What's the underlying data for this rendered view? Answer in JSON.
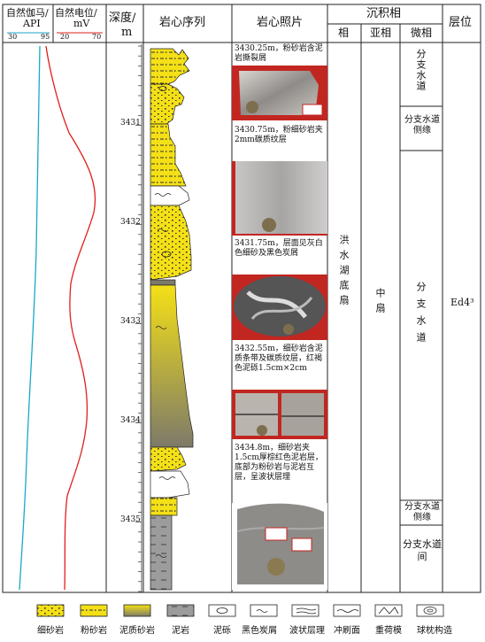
{
  "header": {
    "log_left_title": "自然伽马/",
    "log_left_unit": "API",
    "log_left_min": "30",
    "log_left_max": "95",
    "log_right_title": "自然电位/",
    "log_right_unit": "mV",
    "log_right_min": "20",
    "log_right_max": "70",
    "depth_title": "深度/",
    "depth_unit": "m",
    "core_sequence": "岩心序列",
    "core_photo": "岩心照片",
    "facies_group": "沉积相",
    "facies": "相",
    "subfacies": "亚相",
    "microfacies": "微相",
    "layer": "层位"
  },
  "depth_ticks": [
    "3431",
    "3432",
    "3433",
    "3434",
    "3435"
  ],
  "photos": [
    {
      "caption": "3430.25m，粉砂岩含泥岩撕裂屑"
    },
    {
      "caption": "3430.75m，粉细砂岩夹2mm碳质纹层"
    },
    {
      "caption": "3431.75m，层面见灰白色细砂及黑色炭屑"
    },
    {
      "caption": "3432.55m，细砂岩含泥质条带及碳质纹层，红褐色泥砾1.5cm×2cm"
    },
    {
      "caption": "3434.8m，细砂岩夹1.5cm厚棕红色泥岩层，底部为粉砂岩与泥岩互层，呈波状层理"
    }
  ],
  "facies": "洪水湖底扇",
  "subfacies": "中扇",
  "microfacies": [
    {
      "label": "分支水道"
    },
    {
      "label": "分支水道侧缘"
    },
    {
      "label": "分支水道"
    },
    {
      "label": "分支水道侧缘"
    },
    {
      "label": "分支水道间"
    }
  ],
  "layer": "Ed4³",
  "legend": [
    {
      "label": "细砂岩",
      "icon": "fine-sandstone"
    },
    {
      "label": "粉砂岩",
      "icon": "siltstone"
    },
    {
      "label": "泥质砂岩",
      "icon": "argillaceous-sandstone"
    },
    {
      "label": "泥岩",
      "icon": "mudstone"
    },
    {
      "label": "泥砾",
      "icon": "mud-gravel"
    },
    {
      "label": "黑色炭屑",
      "icon": "carbon-debris"
    },
    {
      "label": "波状层理",
      "icon": "wavy-bedding"
    },
    {
      "label": "冲刷面",
      "icon": "scour-surface"
    },
    {
      "label": "重荷模",
      "icon": "load-cast"
    },
    {
      "label": "球枕构造",
      "icon": "ball-pillow"
    }
  ],
  "colors": {
    "sand_yellow": "#f4e016",
    "mudstone_gray": "#9c9c9c",
    "gamma_curve": "#1aa7c9",
    "sp_curve": "#e0201a"
  }
}
